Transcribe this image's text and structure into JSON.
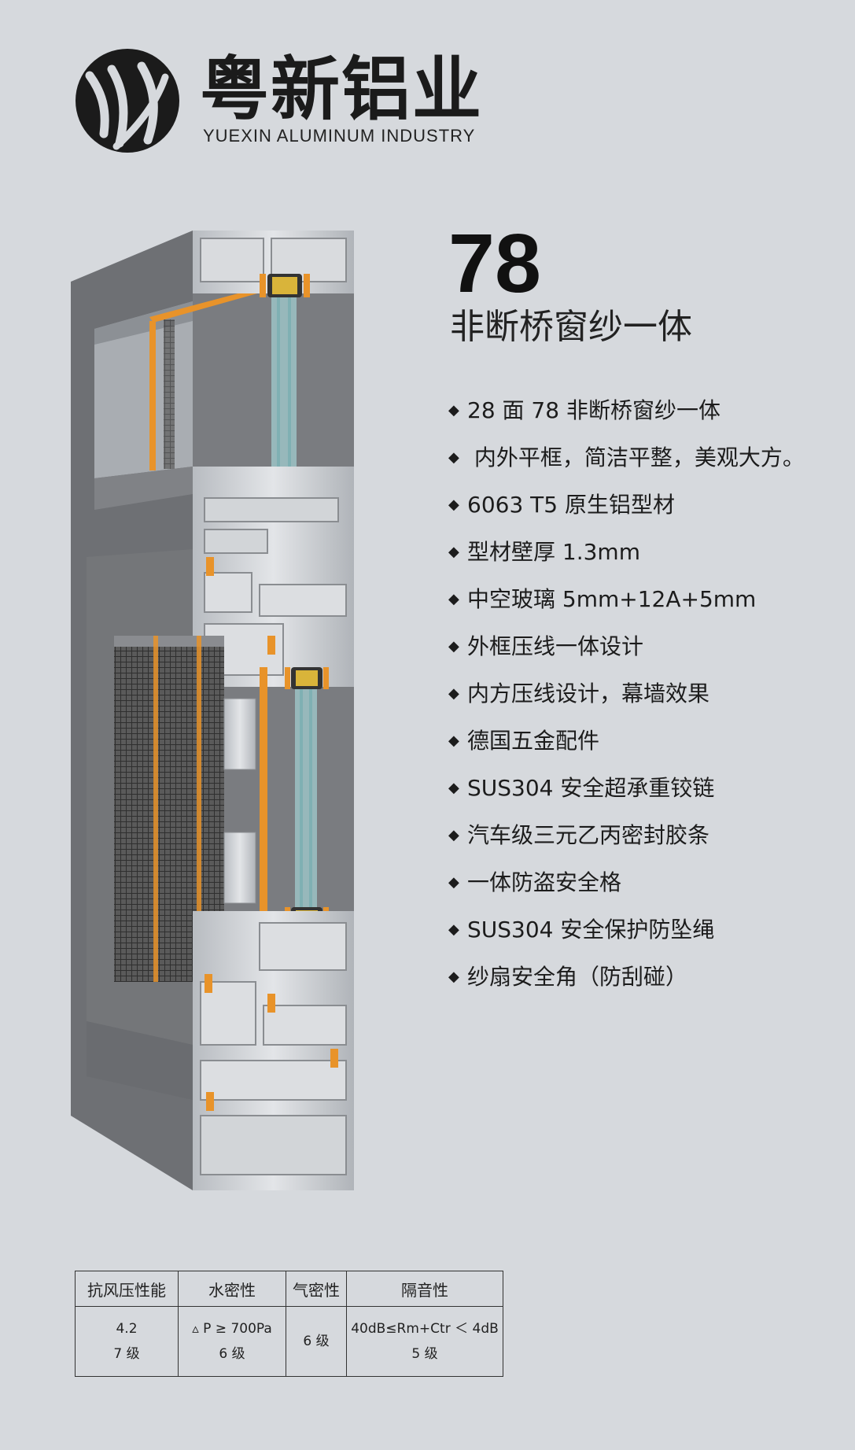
{
  "brand": {
    "name_cn": "粤新铝业",
    "name_en": "YUEXIN ALUMINUM INDUSTRY",
    "logo_icon": "yx-logo-icon"
  },
  "product": {
    "model": "78",
    "name": "非断桥窗纱一体"
  },
  "features": [
    "28 面 78 非断桥窗纱一体",
    " 内外平框，简洁平整，美观大方。",
    "6063 T5 原生铝型材",
    "型材壁厚 1.3mm",
    "中空玻璃 5mm+12A+5mm",
    "外框压线一体设计",
    "内方压线设计，幕墙效果",
    "德国五金配件",
    "SUS304 安全超承重铰链",
    "汽车级三元乙丙密封胶条",
    "一体防盗安全格",
    "SUS304 安全保护防坠绳",
    "纱扇安全角（防刮碰）"
  ],
  "bullet": "◆",
  "spec_table": {
    "headers": [
      "抗风压性能",
      "水密性",
      "气密性",
      "隔音性"
    ],
    "row": {
      "wind_value": "4.2",
      "wind_grade": "7 级",
      "water_value": "▵ P ≥ 700Pa",
      "water_grade": "6 级",
      "air_grade": "6 级",
      "sound_value": "40dB≤Rm+Ctr ＜ 4dB",
      "sound_grade": "5 级"
    }
  },
  "colors": {
    "background": "#d6d9dd",
    "frame_grey": "#6e7074",
    "aluminum": "#c9ccd0",
    "thermal_orange": "#e8932a",
    "glass": "#9fc7c9",
    "mesh": "#4a4a4a"
  }
}
